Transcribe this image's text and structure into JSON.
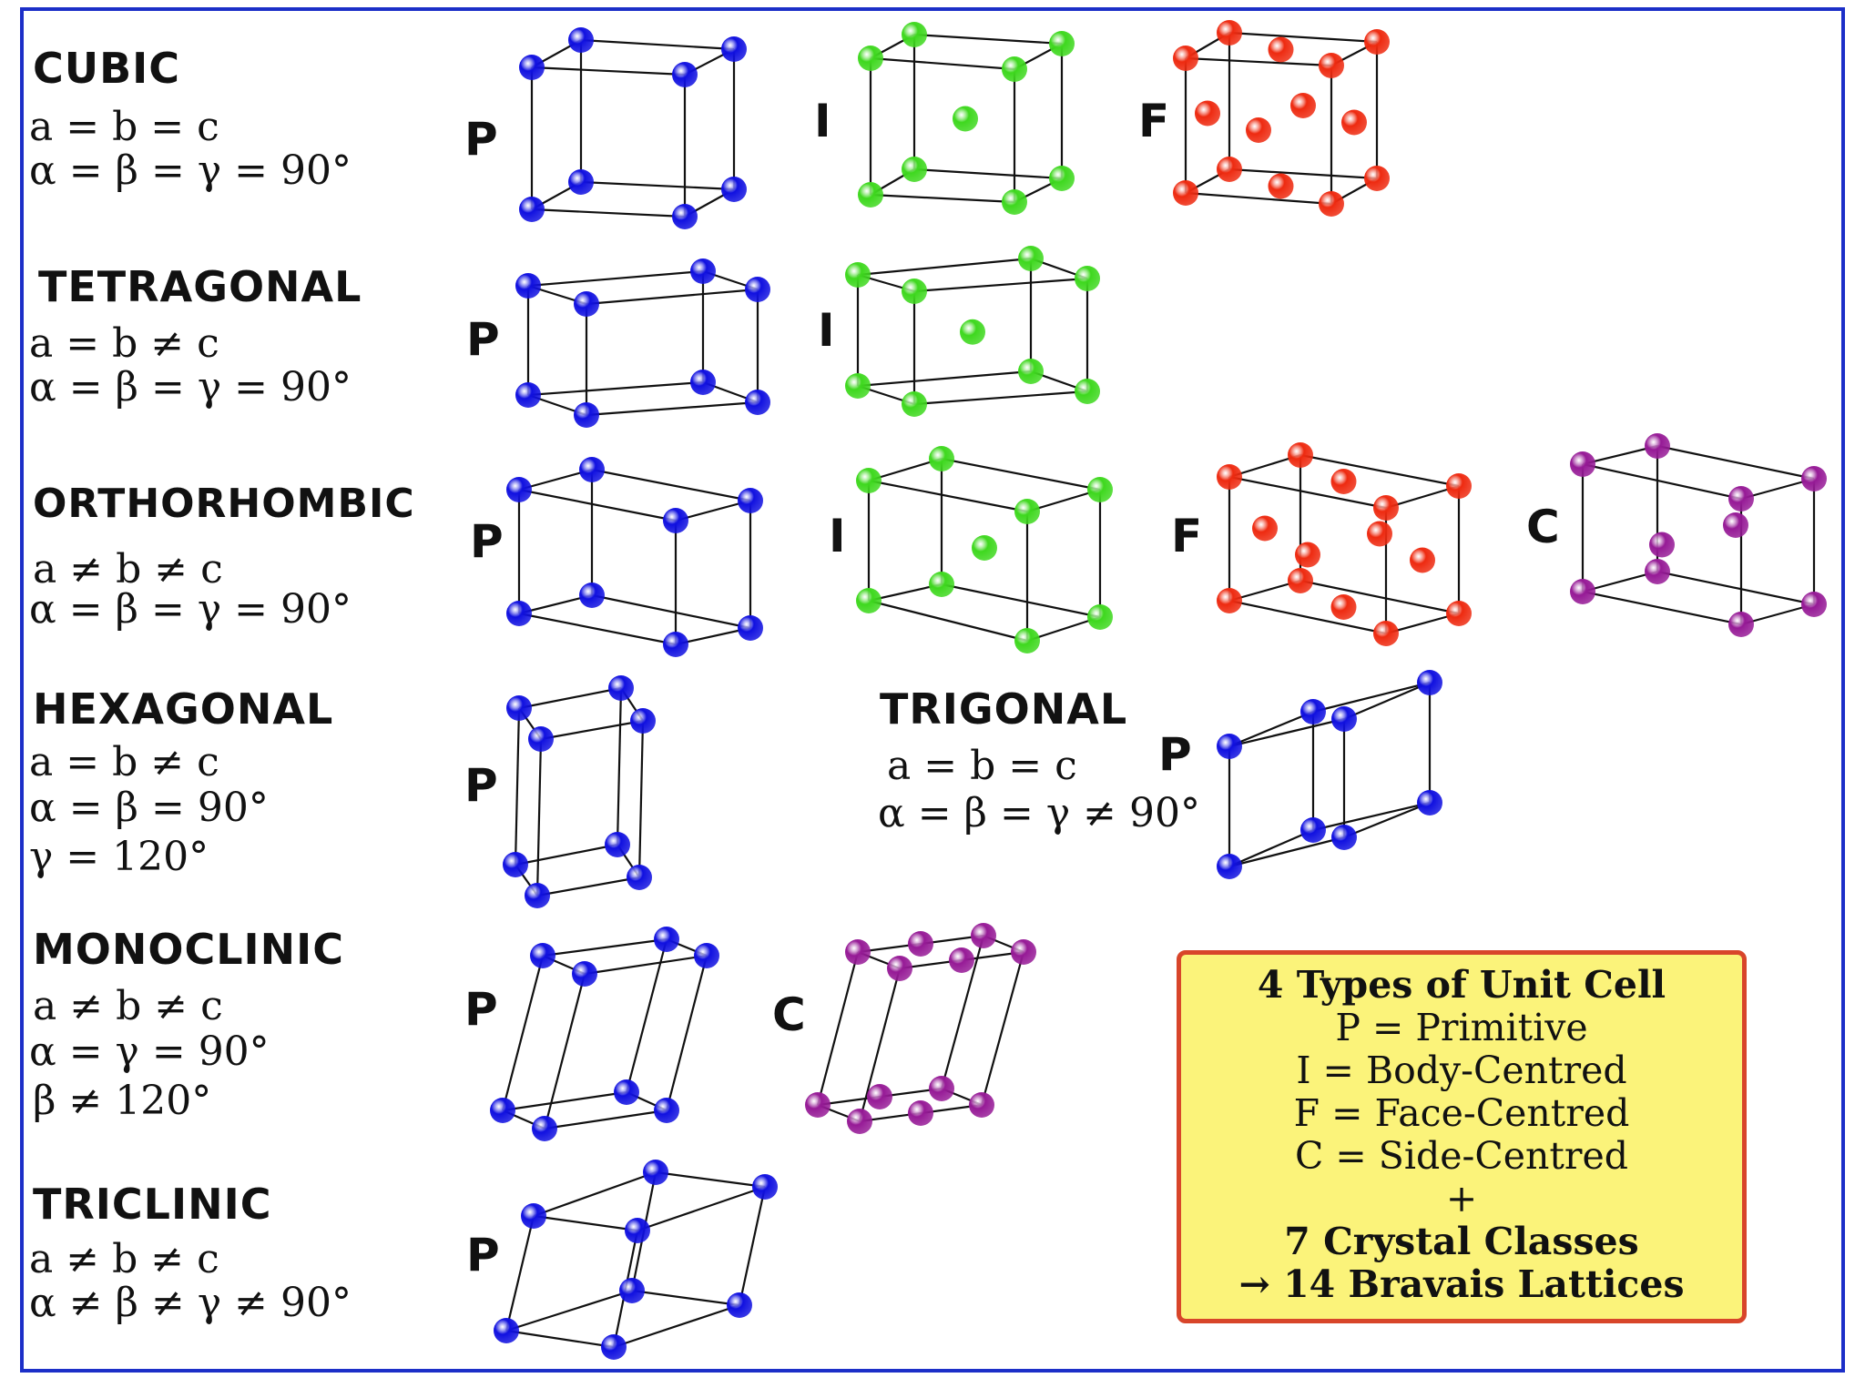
{
  "classes": {
    "cubic": {
      "title": "CUBIC",
      "cond1": "a = b = c",
      "cond2": "α = β = γ = 90°"
    },
    "tetragonal": {
      "title": "TETRAGONAL",
      "cond1": "a = b ≠ c",
      "cond2": "α = β = γ = 90°"
    },
    "orthorhombic": {
      "title": "ORTHORHOMBIC",
      "cond1": "a ≠ b ≠ c",
      "cond2": "α = β = γ = 90°"
    },
    "hexagonal": {
      "title": "HEXAGONAL",
      "cond1": "a = b ≠ c",
      "cond2": "α = β = 90°",
      "cond3": "γ = 120°"
    },
    "trigonal": {
      "title": "TRIGONAL",
      "cond1": "a = b = c",
      "cond2": "α = β = γ ≠ 90°"
    },
    "monoclinic": {
      "title": "MONOCLINIC",
      "cond1": "a ≠ b ≠ c",
      "cond2": "α = γ = 90°",
      "cond3": "β ≠ 120°"
    },
    "triclinic": {
      "title": "TRICLINIC",
      "cond1": "a ≠ b ≠ c",
      "cond2": "α ≠ β ≠ γ ≠ 90°"
    }
  },
  "lattice_letters": {
    "P": "P",
    "I": "I",
    "F": "F",
    "C": "C"
  },
  "atom_colors": {
    "P": "#1010e0",
    "I": "#3ed81e",
    "F": "#ee2a10",
    "C": "#961a96"
  },
  "legend": {
    "line1": "4 Types of Unit Cell",
    "line2": "P = Primitive",
    "line3": "I = Body-Centred",
    "line4": "F = Face-Centred",
    "line5": "C = Side-Centred",
    "line6": "+",
    "line7": "7 Crystal Classes",
    "line8": "→ 14 Bravais Lattices"
  }
}
